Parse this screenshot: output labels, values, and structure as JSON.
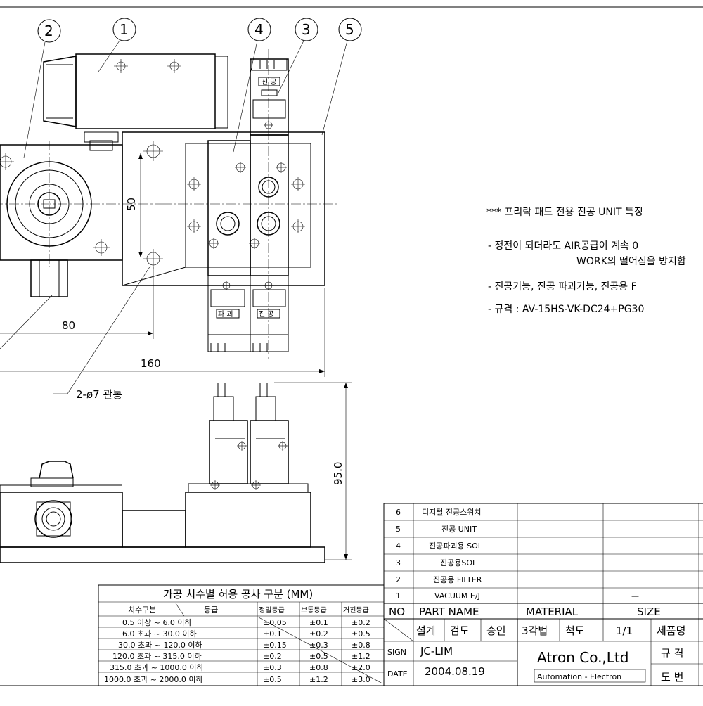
{
  "balloons": [
    "2",
    "1",
    "4",
    "3",
    "5"
  ],
  "dimensions": {
    "d50": "50",
    "d80": "80",
    "d160": "160",
    "d95": "95.0",
    "hole": "2-ø7  관통"
  },
  "valve_labels": {
    "top": "진 공",
    "bottom_left": "파 괴",
    "bottom_right": "진 공"
  },
  "notes": {
    "heading": "*** 프리락 패드 전용 진공 UNIT 특징",
    "line1": "- 정전이 되더라도 AIR공급이 계속 0",
    "line1b": "WORK의 떨어짐을 방지함",
    "line2": "- 진공기능, 진공 파괴기능, 진공용 F",
    "line3": "- 규격 : AV-15HS-VK-DC24+PG30"
  },
  "parts_list": [
    {
      "no": "6",
      "name": "디지털 진공스위치"
    },
    {
      "no": "5",
      "name": "진공 UNIT"
    },
    {
      "no": "4",
      "name": "진공파괴용 SOL"
    },
    {
      "no": "3",
      "name": "진공용SOL"
    },
    {
      "no": "2",
      "name": "진공용 FILTER"
    },
    {
      "no": "1",
      "name": "VACUUM E/J"
    }
  ],
  "parts_header": {
    "no": "NO",
    "name": "PART NAME",
    "material": "MATERIAL",
    "size": "SIZE"
  },
  "size_dash": "—",
  "title_block": {
    "design": "설계",
    "check": "검도",
    "approve": "승인",
    "projection": "3각법",
    "scale_label": "척도",
    "scale": "1/1",
    "product": "제품명",
    "sign_label": "SIGN",
    "sign": "JC-LIM",
    "date_label": "DATE",
    "date": "2004.08.19",
    "company": "Atron Co.,Ltd",
    "subtitle": "Automation - Electron",
    "spec": "규 격",
    "drawing_no": "도 번"
  },
  "tolerance": {
    "title": "가공 치수별 허용 공차 구분 (MM)",
    "col_left": "치수구분",
    "col_grade": "등급",
    "headers": [
      "정밀등급",
      "보통등급",
      "거친등급"
    ],
    "rows": [
      [
        "0.5  이상   ~   6.0  이하",
        "±0.05",
        "±0.1",
        "±0.2"
      ],
      [
        "6.0  초과   ~  30.0  이하",
        "±0.1",
        "±0.2",
        "±0.5"
      ],
      [
        "30.0  초과   ~ 120.0  이하",
        "±0.15",
        "±0.3",
        "±0.8"
      ],
      [
        "120.0  초과   ~ 315.0  이하",
        "±0.2",
        "±0.5",
        "±1.2"
      ],
      [
        "315.0  초과   ~ 1000.0  이하",
        "±0.3",
        "±0.8",
        "±2.0"
      ],
      [
        "1000.0  초과   ~ 2000.0  이하",
        "±0.5",
        "±1.2",
        "±3.0"
      ]
    ]
  }
}
